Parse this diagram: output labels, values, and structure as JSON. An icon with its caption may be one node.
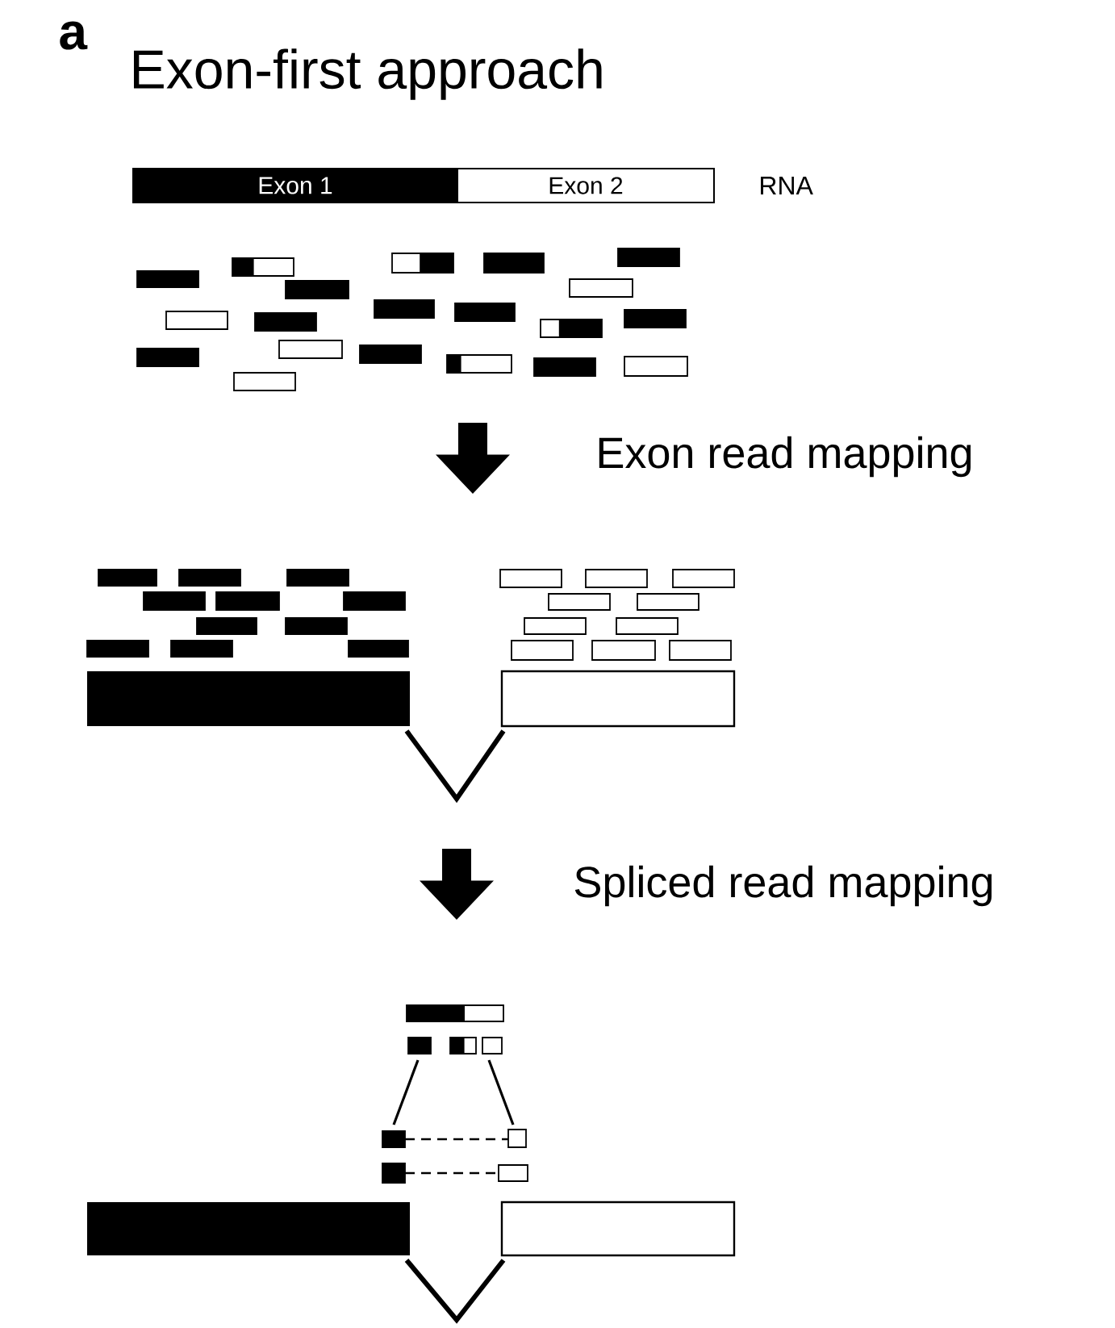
{
  "diagram": {
    "title": "Exon-first approach",
    "nodes": [
      {
        "text": [
          "Exon 1"
        ]
      },
      {
        "text": [
          "Exon 2"
        ]
      }
    ],
    "labels": [
      "a",
      "RNA",
      "Exon read mapping",
      "Spliced read mapping"
    ]
  }
}
